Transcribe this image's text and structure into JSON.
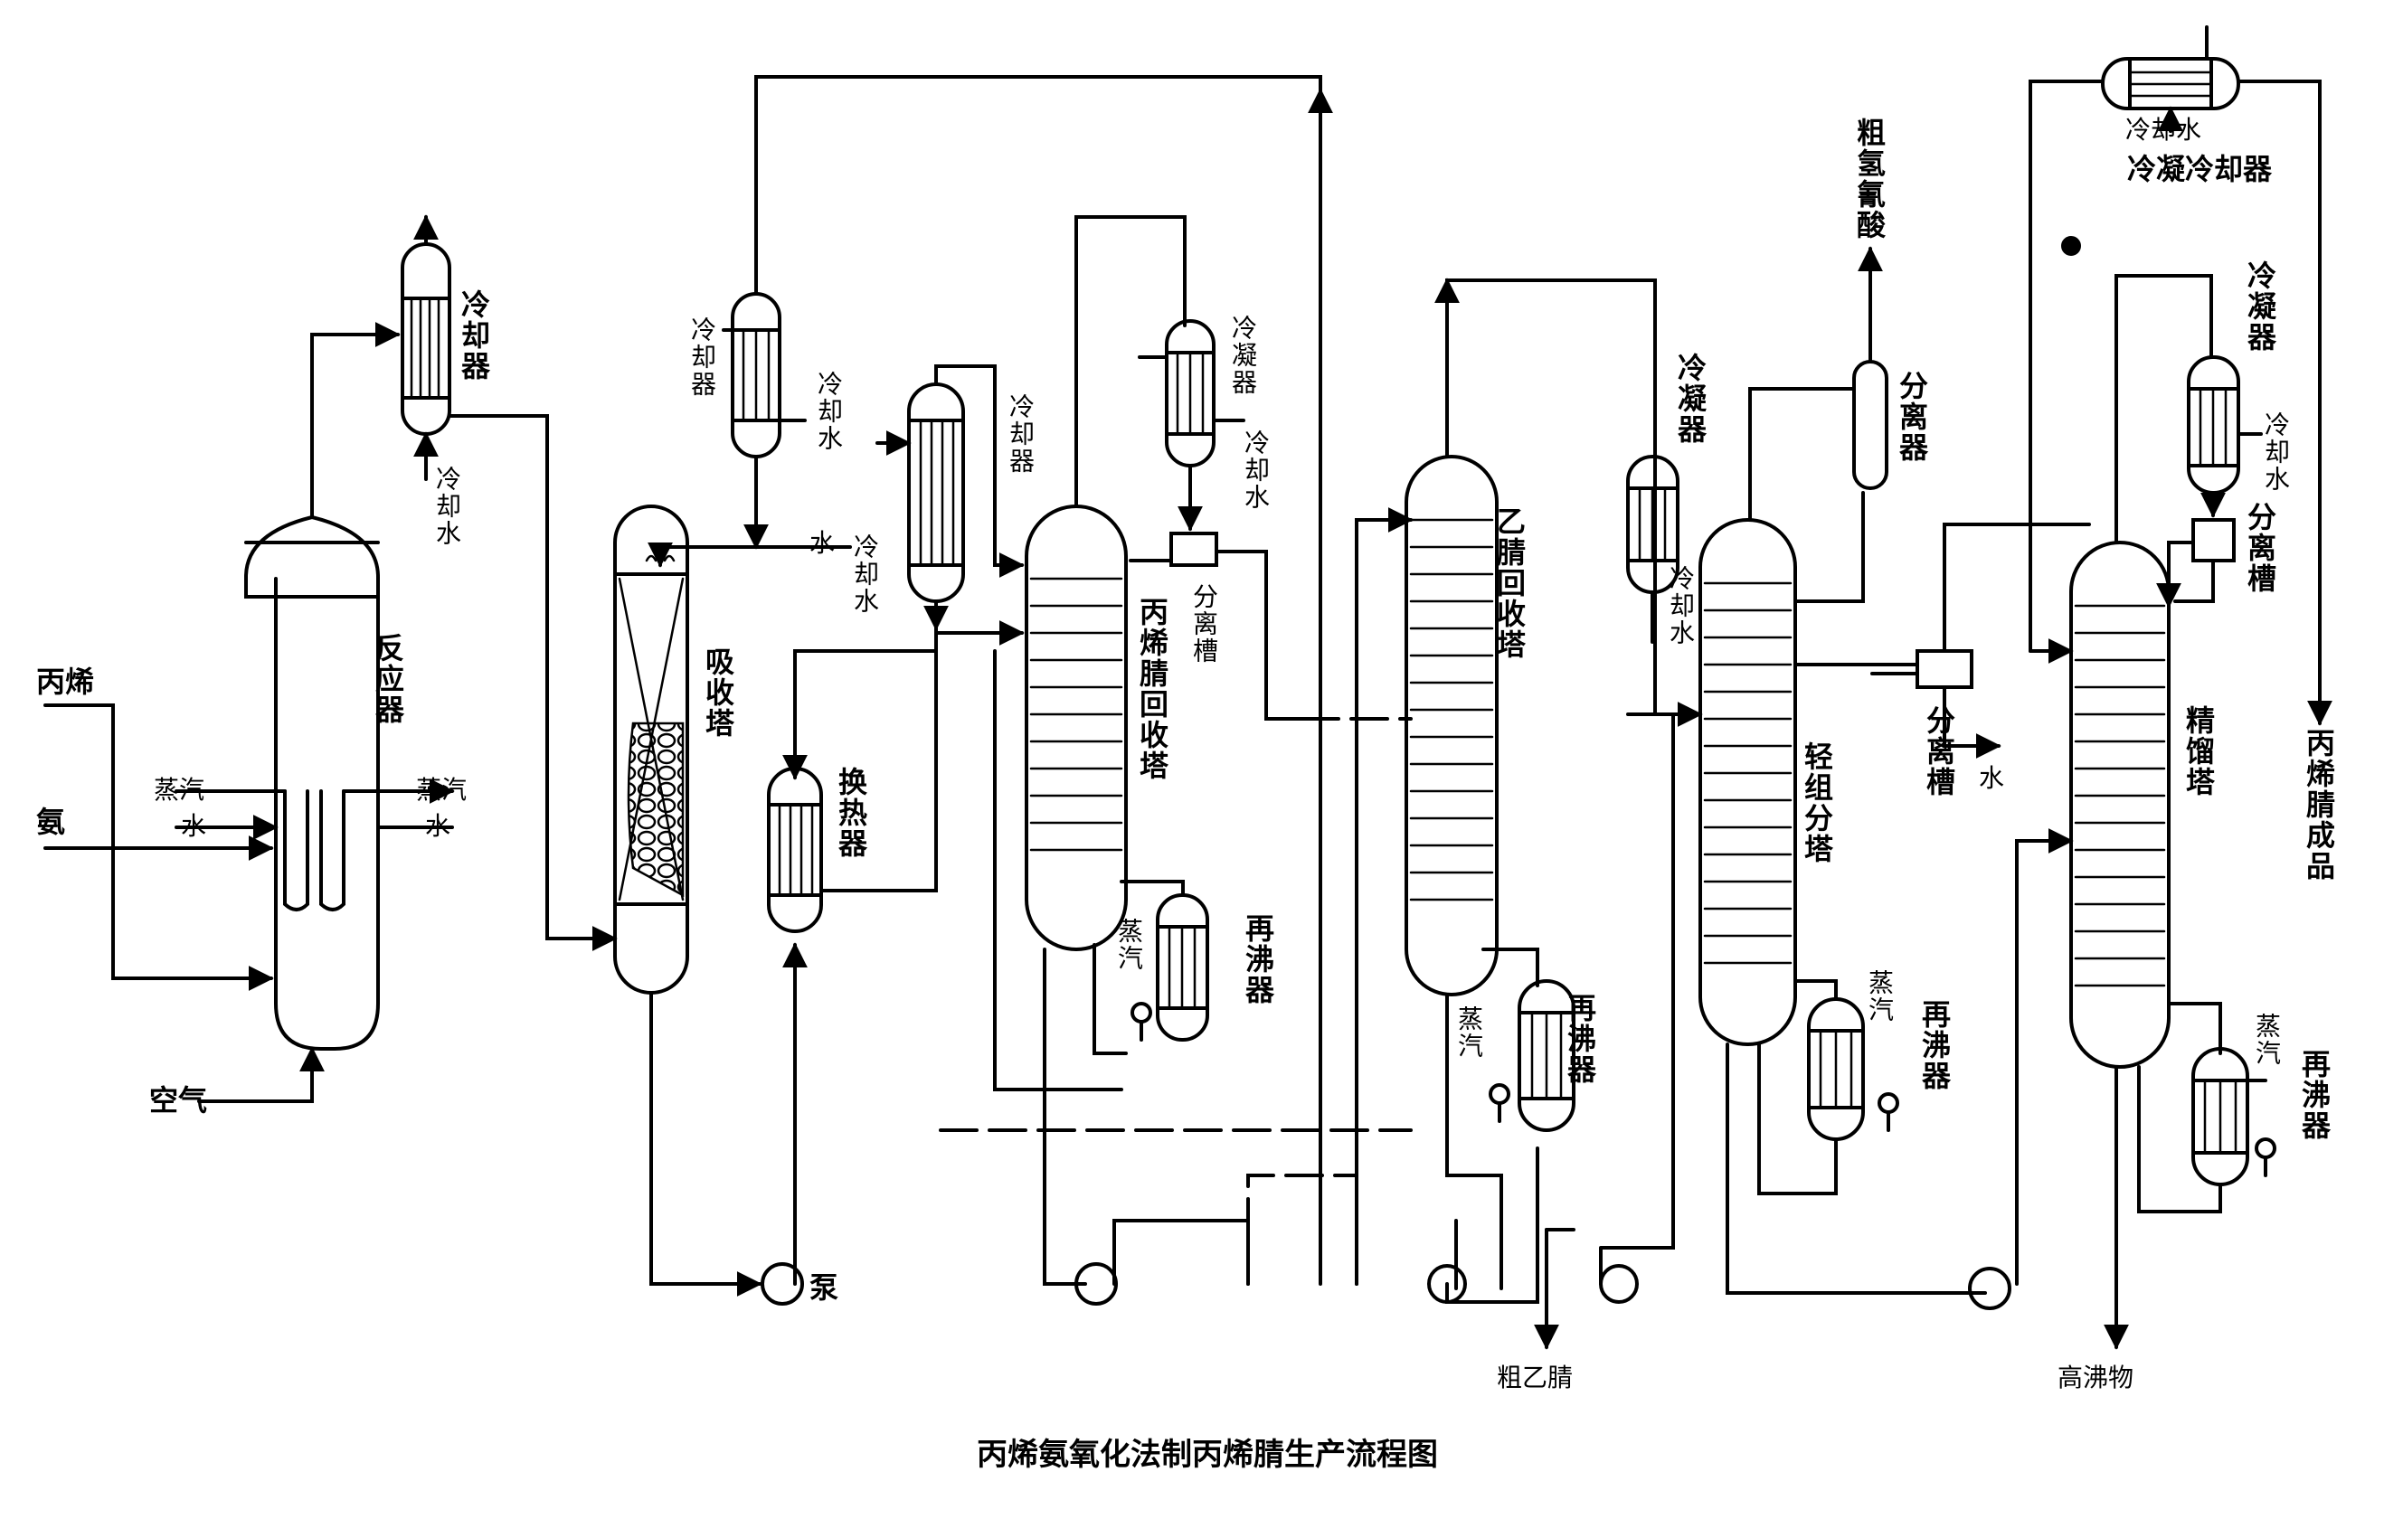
{
  "title": "丙烯氨氧化法制丙烯腈生产流程图",
  "inputs": {
    "propylene": "丙烯",
    "ammonia": "氨",
    "air": "空气"
  },
  "reactor": {
    "name": "反应器",
    "steam_left": "蒸汽",
    "water_left": "水",
    "steam_right": "蒸汽",
    "water_right": "水"
  },
  "cooler1": {
    "name": "冷却器",
    "cooling_water": "冷却水"
  },
  "absorber": {
    "name": "吸收塔",
    "water_in": "水"
  },
  "cooler2": {
    "name": "冷却器",
    "cooling_water": "冷却水"
  },
  "cooler3": {
    "name": "冷却器",
    "cooling_water": "冷却水"
  },
  "heat_exchanger": {
    "name": "换热器"
  },
  "pump": {
    "name": "泵"
  },
  "acrylonitrile_recovery": {
    "name": "丙烯腈回收塔",
    "condenser": "冷凝器",
    "condenser_water": "冷却水",
    "separator": "分离槽",
    "reboiler": "再沸器",
    "steam": "蒸汽"
  },
  "acetonitrile_recovery": {
    "name": "乙腈回收塔",
    "reboiler": "再沸器",
    "steam": "蒸汽",
    "product": "粗乙腈"
  },
  "lights_column": {
    "name": "轻组分塔",
    "condenser": "冷凝器",
    "condenser_water": "冷却水",
    "separator_top": "分离器",
    "crude_hcn": "粗氢氰酸",
    "separator": "分离槽",
    "water": "水",
    "reboiler": "再沸器",
    "steam": "蒸汽"
  },
  "rectifier": {
    "name": "精馏塔",
    "condenser": "冷凝器",
    "cooling_water": "冷却水",
    "separator": "分离槽",
    "reboiler": "再沸器",
    "steam": "蒸汽",
    "heavies": "高沸物"
  },
  "final_cooler": {
    "name": "冷凝冷却器",
    "cooling_water": "冷却水"
  },
  "product": {
    "name": "丙烯腈成品"
  }
}
